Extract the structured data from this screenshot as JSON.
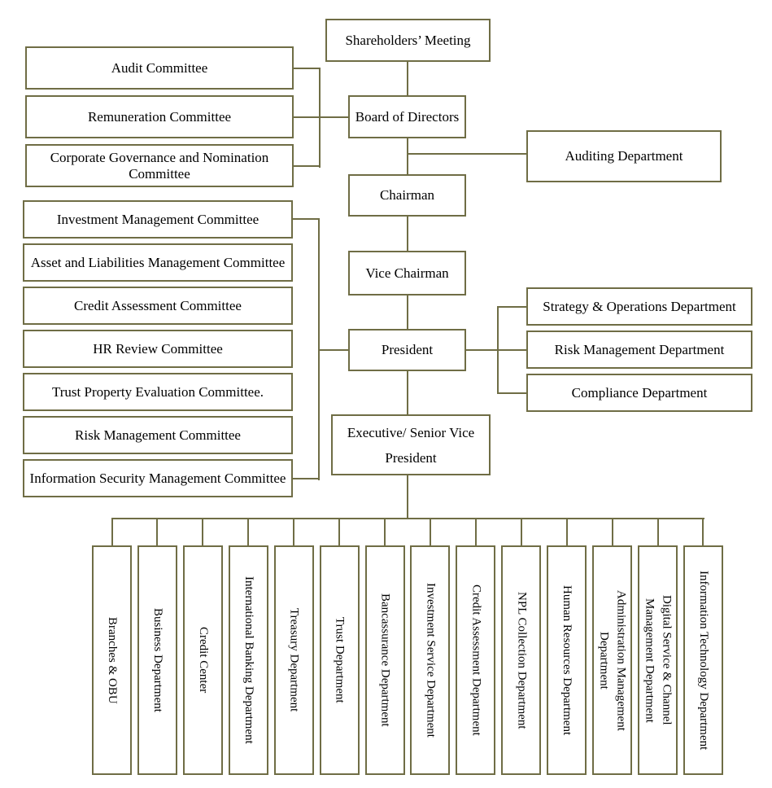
{
  "style": {
    "line_color": "#6f6d45",
    "text_color": "#000000",
    "background": "#ffffff"
  },
  "nodes": {
    "shareholders": "Shareholders’ Meeting",
    "board": "Board of Directors",
    "chairman": "Chairman",
    "vice_chairman": "Vice Chairman",
    "president": "President",
    "executive_vp": "Executive/ Senior Vice President",
    "auditing": "Auditing Department"
  },
  "board_committees": [
    "Audit Committee",
    "Remuneration Committee",
    "Corporate Governance and Nomination Committee"
  ],
  "president_committees": [
    "Investment Management Committee",
    "Asset and Liabilities Management Committee",
    "Credit Assessment Committee",
    "HR Review Committee",
    "Trust Property Evaluation Committee.",
    "Risk Management Committee",
    "Information Security Management Committee"
  ],
  "president_departments": [
    "Strategy & Operations Department",
    "Risk Management Department",
    "Compliance Department"
  ],
  "divisions": [
    "Branches & OBU",
    "Business Department",
    "Credit Center",
    "International Banking Department",
    "Treasury Department",
    "Trust Department",
    "Bancassurance Department",
    "Investment Service Department",
    "Credit Assessment Department",
    "NPL Collection Department",
    "Human Resources Department",
    "Administration Management Department",
    "Digital Service & Channel Management Department",
    "Information Technology Department"
  ]
}
